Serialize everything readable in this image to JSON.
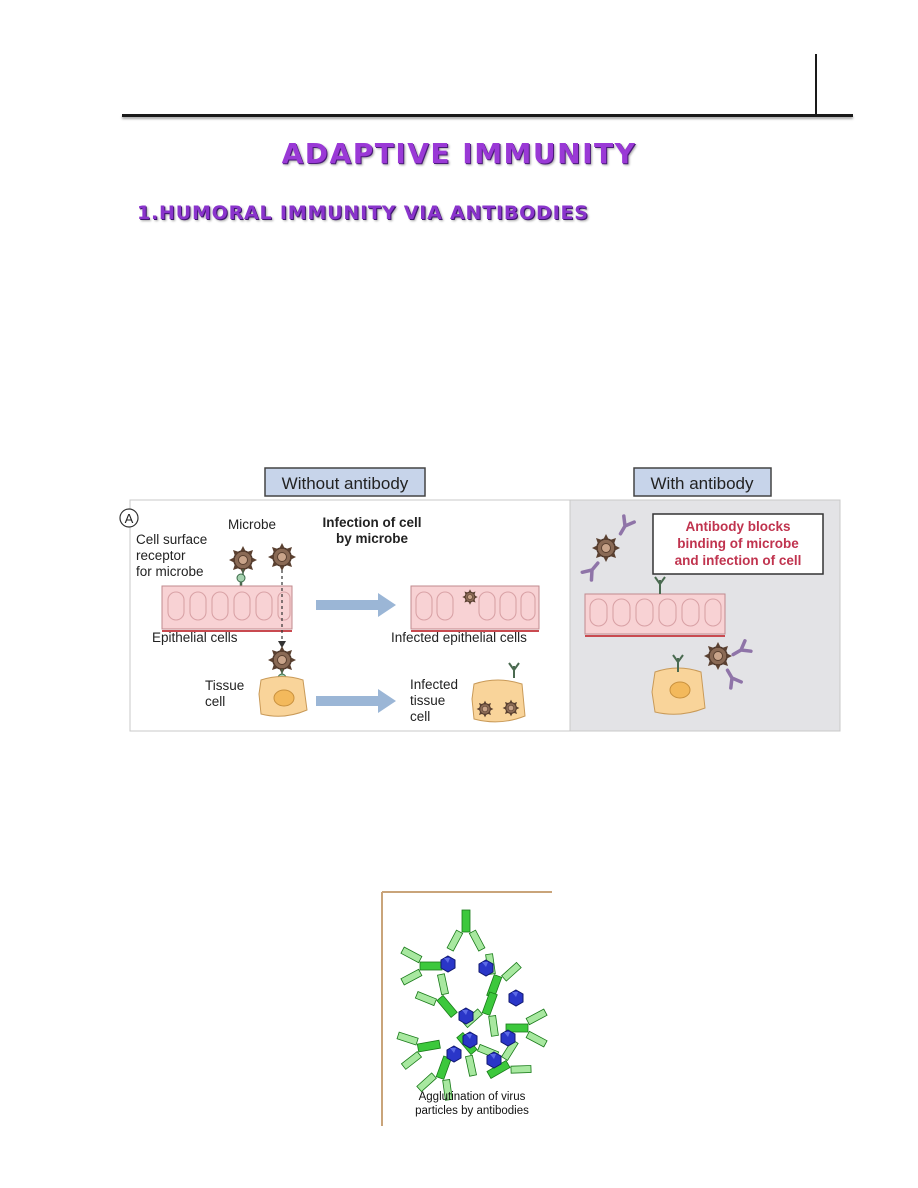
{
  "page": {
    "title": "ADAPTIVE IMMUNITY",
    "section_heading": "1.HUMORAL IMMUNITY VIA ANTIBODIES"
  },
  "figure_a": {
    "panel_letter": "A",
    "without_header": "Without antibody",
    "with_header": "With antibody",
    "label_microbe": "Microbe",
    "label_receptor": [
      "Cell surface",
      "receptor",
      "for microbe"
    ],
    "label_infection": [
      "Infection of cell",
      "by microbe"
    ],
    "label_epithelial": "Epithelial cells",
    "label_infected_epithelial": "Infected epithelial cells",
    "label_tissue": [
      "Tissue",
      "cell"
    ],
    "label_infected_tissue": [
      "Infected",
      "tissue",
      "cell"
    ],
    "blocks_box": [
      "Antibody blocks",
      "binding of microbe",
      "and infection of cell"
    ]
  },
  "figure_b": {
    "caption": [
      "Agglutination of virus",
      "particles by antibodies"
    ]
  },
  "colors": {
    "title_purple": "#9a39d6",
    "panel_gray": "#e3e3e6",
    "header_fill": "#c7d4ea",
    "blocks_text": "#c0334e",
    "epithelial_fill": "#f8d2d4",
    "tissue_fill": "#f9d49a",
    "arrow_blue": "#9bb6d6",
    "antibody_green": "#3cc83c",
    "virus_blue": "#2a36c8"
  }
}
